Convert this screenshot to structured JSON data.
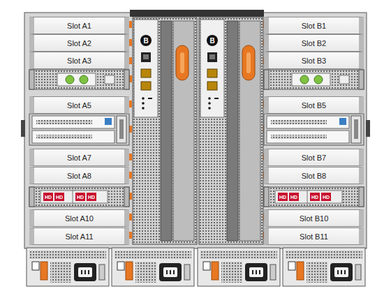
{
  "diagram": {
    "nodes": [
      {
        "text": [
          "Slot A1"
        ]
      },
      {
        "text": [
          "Slot A2"
        ]
      },
      {
        "text": [
          "Slot A3"
        ]
      },
      {
        "text": [
          "Slot A5"
        ]
      },
      {
        "text": [
          "Slot A7"
        ]
      },
      {
        "text": [
          "Slot A8"
        ]
      },
      {
        "text": [
          "Slot A10"
        ]
      },
      {
        "text": [
          "Slot A11"
        ]
      },
      {
        "text": [
          "Slot B1"
        ]
      },
      {
        "text": [
          "Slot B2"
        ]
      },
      {
        "text": [
          "Slot B3"
        ]
      },
      {
        "text": [
          "Slot B5"
        ]
      },
      {
        "text": [
          "Slot B7"
        ]
      },
      {
        "text": [
          "Slot B8"
        ]
      },
      {
        "text": [
          "Slot B10"
        ]
      },
      {
        "text": [
          "Slot B11"
        ]
      }
    ],
    "labels": [
      "B",
      "B",
      "HD",
      "HD",
      "HD",
      "HD",
      "HD",
      "HD",
      "HD",
      "HD"
    ]
  }
}
